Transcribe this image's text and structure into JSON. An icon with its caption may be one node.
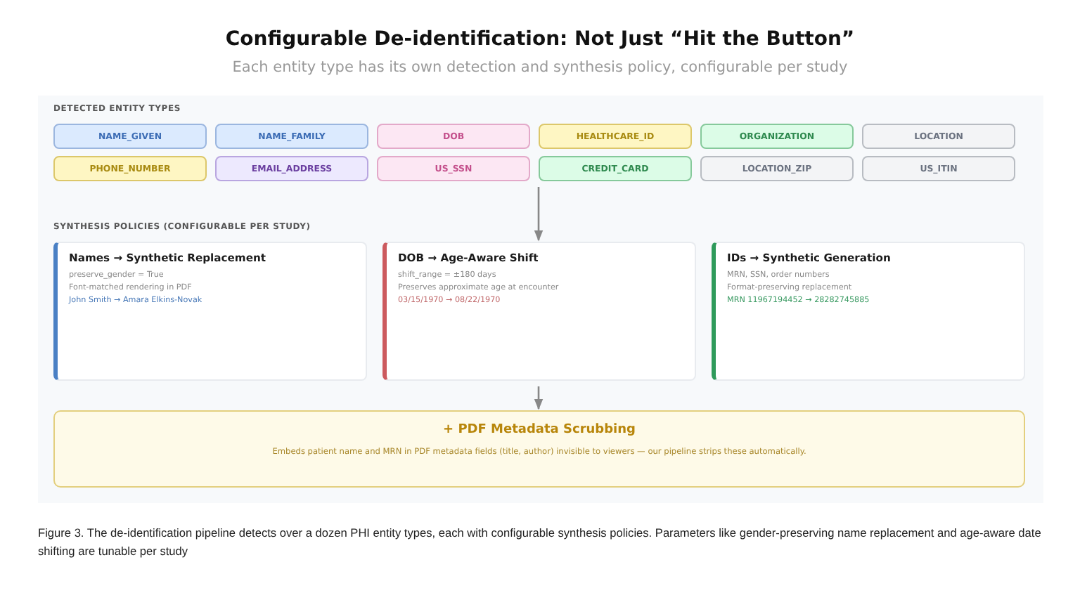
{
  "diagram": {
    "title": "Configurable De-identification: Not Just “Hit the Button”",
    "nodes": [
      {
        "text": [
          "NAME_GIVEN"
        ]
      },
      {
        "text": [
          "NAME_FAMILY"
        ]
      },
      {
        "text": [
          "DOB"
        ]
      },
      {
        "text": [
          "HEALTHCARE_ID"
        ]
      },
      {
        "text": [
          "ORGANIZATION"
        ]
      },
      {
        "text": [
          "LOCATION"
        ]
      },
      {
        "text": [
          "PHONE_NUMBER"
        ]
      },
      {
        "text": [
          "EMAIL_ADDRESS"
        ]
      },
      {
        "text": [
          "US_SSN"
        ]
      },
      {
        "text": [
          "CREDIT_CARD"
        ]
      },
      {
        "text": [
          "LOCATION_ZIP"
        ]
      },
      {
        "text": [
          "US_ITIN"
        ]
      },
      {
        "text": [
          "Names → Synthetic Replacement",
          "preserve_gender = True",
          "Font-matched rendering in PDF",
          "John Smith → Amara Elkins-Novak"
        ]
      },
      {
        "text": [
          "DOB → Age-Aware Shift",
          "shift_range = ±180 days",
          "Preserves approximate age at encounter",
          "03/15/1970 → 08/22/1970"
        ]
      },
      {
        "text": [
          "IDs → Synthetic Generation",
          "MRN, SSN, order numbers",
          "Format-preserving replacement",
          "MRN 11967194452 → 28282745885"
        ]
      },
      {
        "text": [
          "+ PDF Metadata Scrubbing",
          "Embeds patient name and MRN in PDF metadata fields (title, author) invisible to viewers — our pipeline strips these automatically."
        ]
      }
    ],
    "edges": [
      {
        "from": 9,
        "to": 13,
        "arrow": "to"
      },
      {
        "from": 13,
        "to": 15,
        "arrow": "to"
      }
    ],
    "labels": [
      "Each entity type has its own detection and synthesis policy, configurable per study",
      "DETECTED ENTITY TYPES",
      "SYNTHESIS POLICIES (CONFIGURABLE PER STUDY)"
    ],
    "caption": "Figure 3. The de-identification pipeline detects over a dozen PHI entity types, each with configurable synthesis policies. Parameters like gender-preserving name replacement and age-aware date shifting are tunable per study"
  }
}
